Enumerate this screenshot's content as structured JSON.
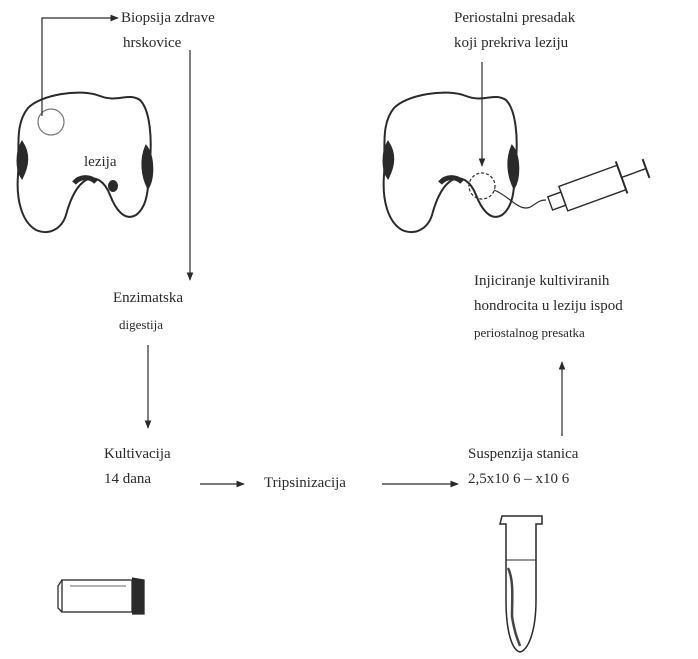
{
  "labels": {
    "biopsy_line1": "Biopsija  zdrave",
    "biopsy_line2": "hrskovice",
    "lesion": "lezija",
    "graft_line1": "Periostalni  presadak",
    "graft_line2": "koji prekriva  leziju",
    "digestion_line1": "Enzimatska",
    "digestion_line2": "digestija",
    "injection_line1": "Injiciranje  kultiviranih",
    "injection_line2": "hondrocita u leziju ispod",
    "injection_line3": "periostalnog presatka",
    "cultivation_line1": "Kultivacija",
    "cultivation_line2": "14   dana",
    "trypsin": "Tripsinizacija",
    "suspension_line1": "Suspenzija  stanica",
    "suspension_line2": "2,5x10 6  – x10 6"
  },
  "colors": {
    "ink": "#2a2a2a",
    "background": "#ffffff"
  },
  "icons": {
    "knee_left": "knee-joint-icon",
    "knee_right": "knee-joint-with-syringe-icon",
    "culture_flask": "culture-flask-icon",
    "test_tube": "test-tube-icon"
  }
}
